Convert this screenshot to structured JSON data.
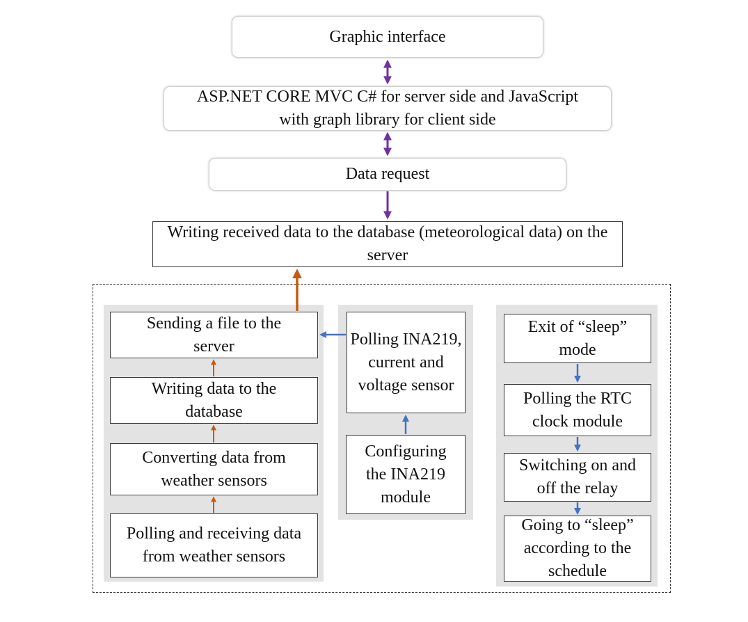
{
  "boxes": {
    "graphic_interface": "Graphic interface",
    "server_framework": "ASP.NET CORE MVC C# for server side and JavaScript with graph library for client side",
    "data_request": "Data request",
    "writing_received": "Writing received data to the database (meteorological data) on the server",
    "sending_file": "Sending a file to the server",
    "writing_db": "Writing data to the database",
    "converting": "Converting data from weather sensors",
    "polling_weather": "Polling and receiving data from weather sensors",
    "polling_ina": "Polling INA219, current and voltage sensor",
    "configuring_ina": "Configuring the INA219 module",
    "exit_sleep": "Exit of “sleep” mode",
    "polling_rtc": "Polling the RTC clock module",
    "switching_relay": "Switching on and off the relay",
    "going_sleep": "Going to “sleep” according to the schedule"
  },
  "colors": {
    "purple_arrow": "#7030a0",
    "orange_arrow": "#c55a11",
    "blue_arrow": "#4472c4",
    "panel": "#e3e3e3"
  }
}
